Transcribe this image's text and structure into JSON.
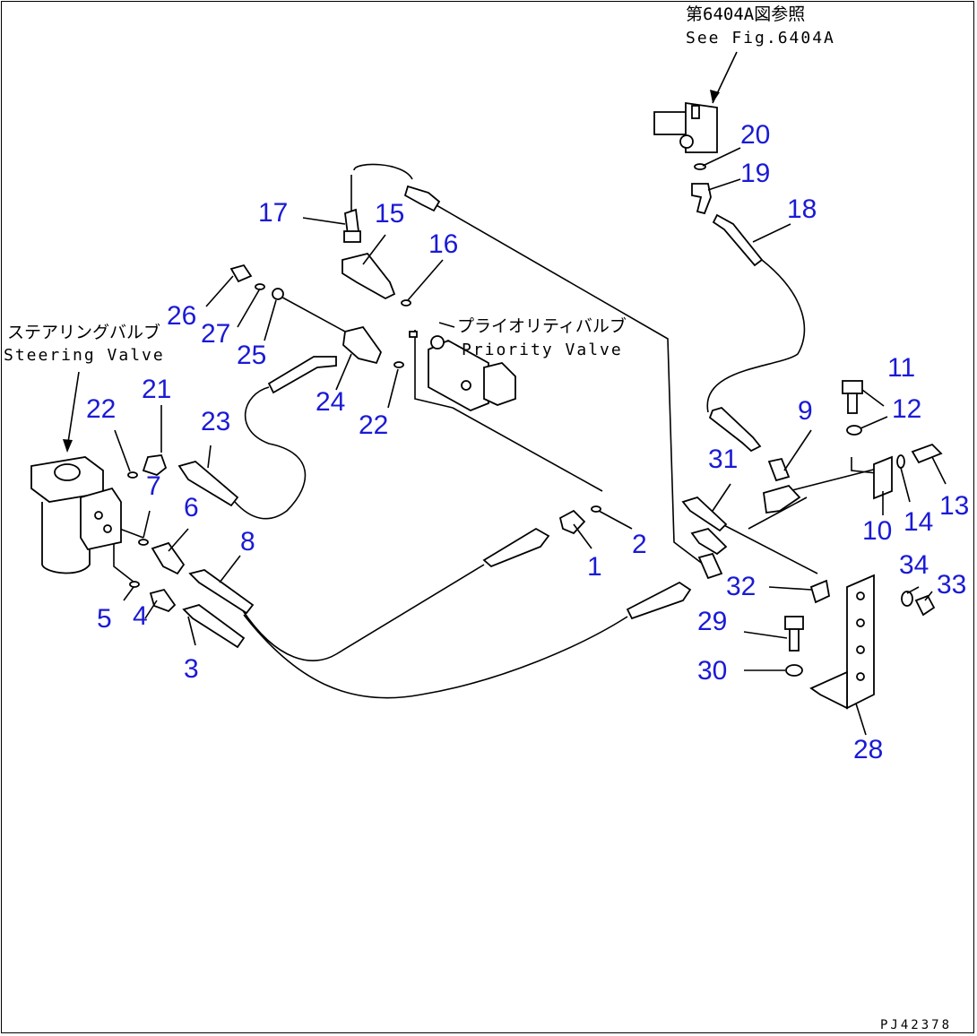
{
  "reference": {
    "jp": "第6404A図参照",
    "en": "See Fig.6404A"
  },
  "callouts": {
    "steering_valve_jp": "ステアリングバルブ",
    "steering_valve_en": "Steering Valve",
    "priority_valve_jp": "プライオリティバルブ",
    "priority_valve_en": "Priority Valve"
  },
  "drawing_code": "PJ42378",
  "part_numbers": [
    "1",
    "2",
    "3",
    "4",
    "5",
    "6",
    "7",
    "8",
    "9",
    "10",
    "11",
    "12",
    "13",
    "14",
    "15",
    "16",
    "17",
    "18",
    "19",
    "20",
    "21",
    "22",
    "22",
    "23",
    "24",
    "25",
    "26",
    "27",
    "28",
    "29",
    "30",
    "31",
    "32",
    "33",
    "34"
  ],
  "colors": {
    "part_number": "#1a1ad6",
    "line": "#000000",
    "background": "#ffffff"
  }
}
